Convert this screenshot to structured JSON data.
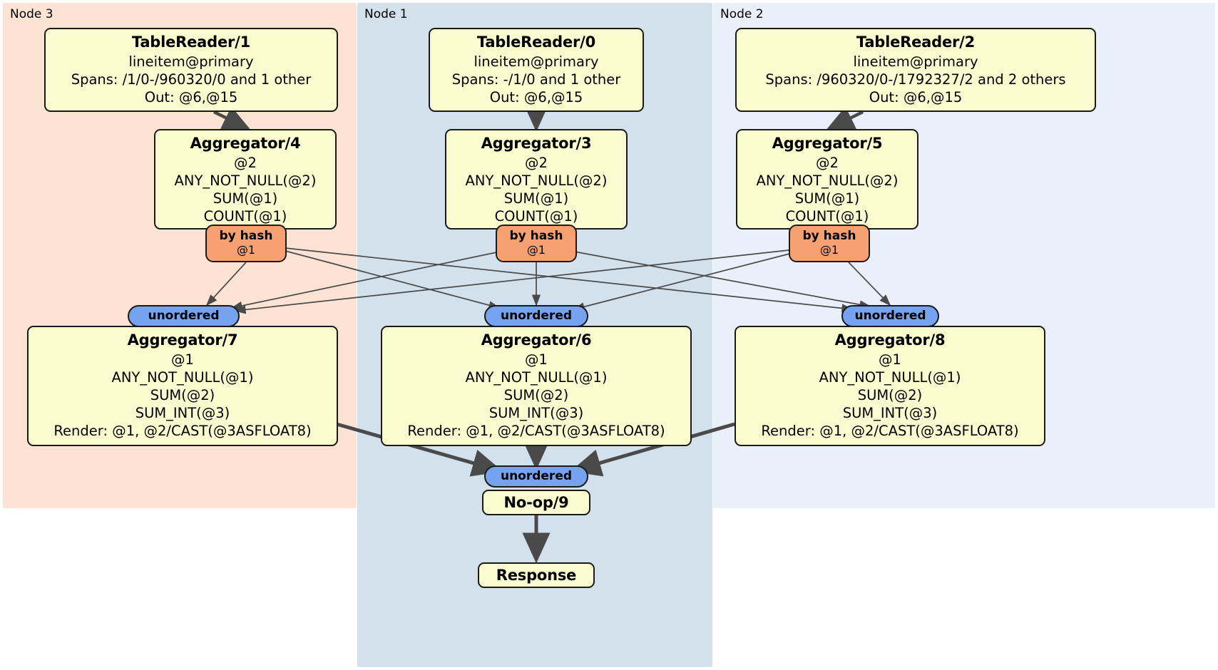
{
  "diagram": {
    "type": "distributed-query-plan",
    "panels": [
      {
        "id": "node3",
        "label": "Node 3",
        "color": "#fce3d4"
      },
      {
        "id": "node1",
        "label": "Node 1",
        "color": "#d3e1ec"
      },
      {
        "id": "node2",
        "label": "Node 2",
        "color": "#eaf0fa"
      }
    ],
    "processors": {
      "tablereader1": {
        "title": "TableReader/1",
        "lines": [
          "lineitem@primary",
          "Spans: /1/0-/960320/0 and 1 other",
          "Out: @6,@15"
        ]
      },
      "tablereader0": {
        "title": "TableReader/0",
        "lines": [
          "lineitem@primary",
          "Spans: -/1/0 and 1 other",
          "Out: @6,@15"
        ]
      },
      "tablereader2": {
        "title": "TableReader/2",
        "lines": [
          "lineitem@primary",
          "Spans: /960320/0-/1792327/2 and 2 others",
          "Out: @6,@15"
        ]
      },
      "aggregator4": {
        "title": "Aggregator/4",
        "lines": [
          "@2",
          "ANY_NOT_NULL(@2)",
          "SUM(@1)",
          "COUNT(@1)"
        ]
      },
      "aggregator3": {
        "title": "Aggregator/3",
        "lines": [
          "@2",
          "ANY_NOT_NULL(@2)",
          "SUM(@1)",
          "COUNT(@1)"
        ]
      },
      "aggregator5": {
        "title": "Aggregator/5",
        "lines": [
          "@2",
          "ANY_NOT_NULL(@2)",
          "SUM(@1)",
          "COUNT(@1)"
        ]
      },
      "aggregator7": {
        "title": "Aggregator/7",
        "lines": [
          "@1",
          "ANY_NOT_NULL(@1)",
          "SUM(@2)",
          "SUM_INT(@3)",
          "Render: @1, @2/CAST(@3ASFLOAT8)"
        ]
      },
      "aggregator6": {
        "title": "Aggregator/6",
        "lines": [
          "@1",
          "ANY_NOT_NULL(@1)",
          "SUM(@2)",
          "SUM_INT(@3)",
          "Render: @1, @2/CAST(@3ASFLOAT8)"
        ]
      },
      "aggregator8": {
        "title": "Aggregator/8",
        "lines": [
          "@1",
          "ANY_NOT_NULL(@1)",
          "SUM(@2)",
          "SUM_INT(@3)",
          "Render: @1, @2/CAST(@3ASFLOAT8)"
        ]
      },
      "noop9": {
        "title": "No-op/9",
        "lines": []
      },
      "response": {
        "title": "Response",
        "lines": []
      }
    },
    "badges": {
      "hash_left": {
        "primary": "by hash",
        "secondary": "@1"
      },
      "hash_center": {
        "primary": "by hash",
        "secondary": "@1"
      },
      "hash_right": {
        "primary": "by hash",
        "secondary": "@1"
      },
      "unordered_left": {
        "label": "unordered"
      },
      "unordered_center": {
        "label": "unordered"
      },
      "unordered_right": {
        "label": "unordered"
      },
      "unordered_final": {
        "label": "unordered"
      }
    },
    "colors": {
      "box_fill": "#fbfbd0",
      "box_stroke": "#1a1a1a",
      "hash_fill": "#f7a072",
      "unordered_fill": "#75a3f0",
      "edge": "#4a4a4a",
      "panel_node3": "#fce3d4",
      "panel_node1": "#d3e1ec",
      "panel_node2": "#eaf0fa"
    }
  }
}
